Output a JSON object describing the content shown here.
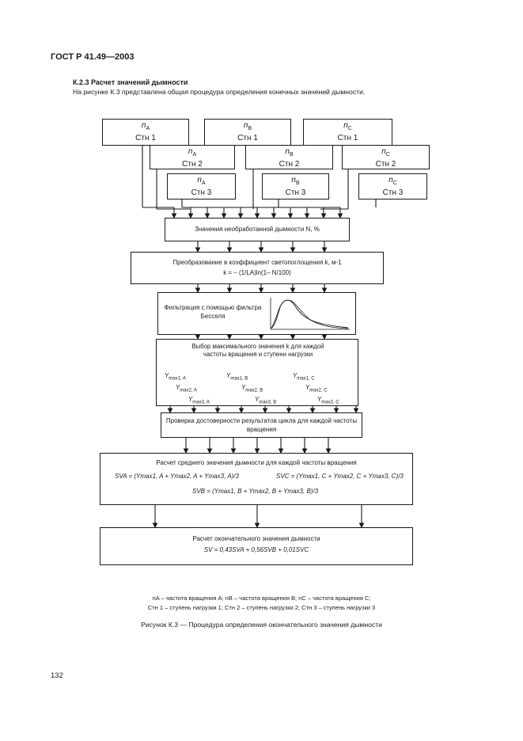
{
  "header": {
    "standard": "ГОСТ Р 41.49—2003"
  },
  "section": {
    "title": "К.2.3 Расчет значений дымности",
    "intro": "На рисунке К.3 представлена общая процедура определения конечных значений дымности."
  },
  "inputs": {
    "rows": [
      [
        {
          "n": "n",
          "sub": "A",
          "label": "Стн 1"
        },
        {
          "n": "n",
          "sub": "B",
          "label": "Стн 1"
        },
        {
          "n": "n",
          "sub": "C",
          "label": "Стн 1"
        }
      ],
      [
        {
          "n": "n",
          "sub": "A",
          "label": "Стн 2"
        },
        {
          "n": "n",
          "sub": "B",
          "label": "Стн 2"
        },
        {
          "n": "n",
          "sub": "C",
          "label": "Стн 2"
        }
      ],
      [
        {
          "n": "n",
          "sub": "A",
          "label": "Стн 3"
        },
        {
          "n": "n",
          "sub": "B",
          "label": "Стн 3"
        },
        {
          "n": "n",
          "sub": "C",
          "label": "Стн 3"
        }
      ]
    ]
  },
  "steps": {
    "raw": "Значения необработанной дымности N, %",
    "convert_title": "Преобразование в коэффициент светопоглощения k, м-1",
    "convert_formula": "k = – (1/LA)ln(1– N/100)",
    "filter": "Фильтрация с помощью фильтра Бесселя",
    "select": "Выбор максимального значения k для каждой частоты вращения и ступени нагрузки",
    "ymax": [
      {
        "base": "Y",
        "sub": "max1, A"
      },
      {
        "base": "Y",
        "sub": "max1, B"
      },
      {
        "base": "Y",
        "sub": "max1, C"
      },
      {
        "base": "Y",
        "sub": "max2, A"
      },
      {
        "base": "Y",
        "sub": "max2, B"
      },
      {
        "base": "Y",
        "sub": "max2, C"
      },
      {
        "base": "Y",
        "sub": "max3, A"
      },
      {
        "base": "Y",
        "sub": "max3, B"
      },
      {
        "base": "Y",
        "sub": "max3, C"
      }
    ],
    "check": "Проверка достоверности результатов цикла для каждой частоты вращения",
    "average_title": "Расчет среднего значения дымности для каждой частоты вращения",
    "sva": "SVA = (Ymax1, A + Ymax2, A + Ymax3, A)/3",
    "svc": "SVC = (Ymax1, C + Ymax2, C + Ymax3, C)/3",
    "svb": "SVB = (Ymax1, B + Ymax2, B + Ymax3, B)/3",
    "final_title": "Расчет окончательного значения дымности",
    "final_formula": "SV = 0,43SVA + 0,56SVB + 0,01SVC"
  },
  "legend": {
    "line1": "nA – частота вращения A; nB – частота вращения B; nC – частота вращения C;",
    "line2": "Стн 1 – ступень нагрузки 1; Стн 2 – ступень нагрузки 2; Стн 3 – ступень нагрузки 3"
  },
  "caption": "Рисунок К.3 — Процедура определения окончательного значения дымности",
  "page_number": "132"
}
